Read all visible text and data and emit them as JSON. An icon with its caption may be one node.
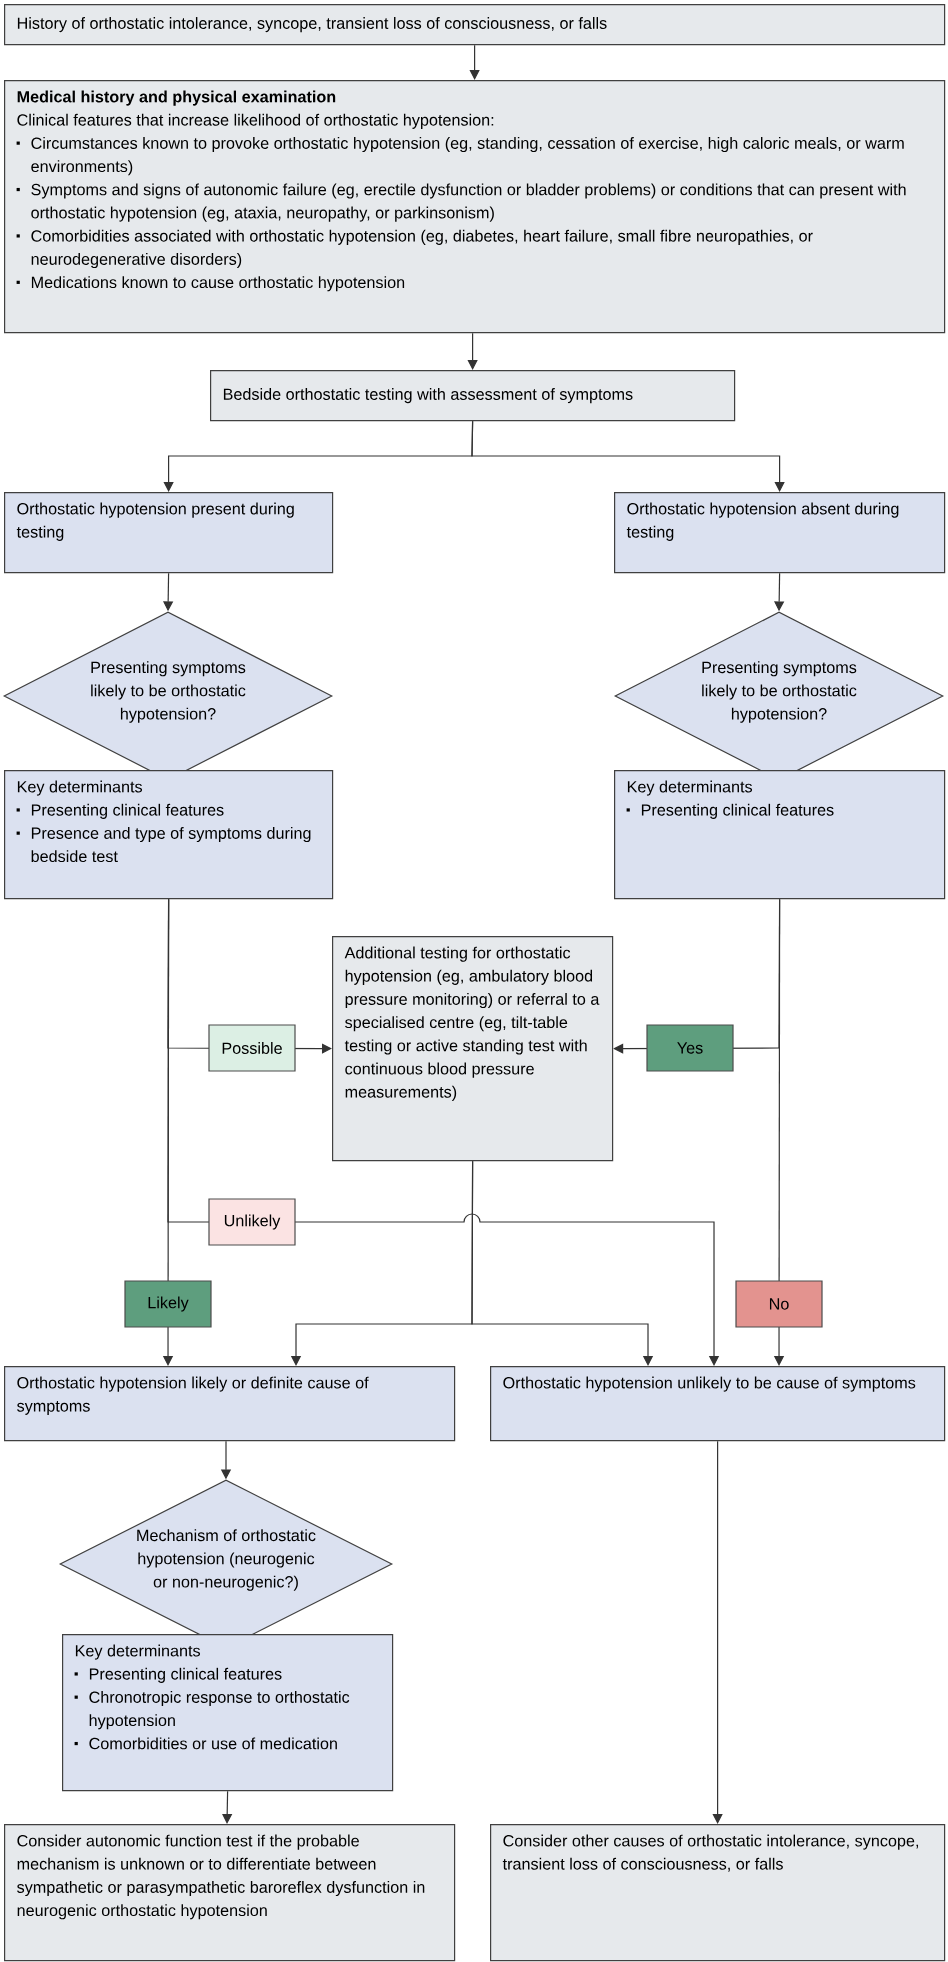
{
  "diagram": {
    "nodes": [
      {
        "text": [
          "History of orthostatic intolerance, syncope, transient loss of consciousness, or falls"
        ]
      },
      {
        "text": [
          "Medical history and physical examination",
          "Clinical features that increase likelihood of orthostatic hypotension:",
          "Circumstances known to provoke orthostatic hypotension (eg, standing, cessation of exercise, high caloric meals, or warm environments)",
          "Symptoms and signs of autonomic failure (eg, erectile dysfunction or bladder problems) or conditions that can present with orthostatic hypotension (eg, ataxia, neuropathy, or parkinsonism)",
          "Comorbidities associated with orthostatic hypotension (eg, diabetes, heart failure, small fibre neuropathies, or neurodegenerative disorders)",
          "Medications known to cause orthostatic hypotension"
        ]
      },
      {
        "text": [
          "Bedside orthostatic testing with assessment of symptoms"
        ]
      },
      {
        "text": [
          "Orthostatic hypotension present during testing"
        ]
      },
      {
        "text": [
          "Orthostatic hypotension absent during testing"
        ]
      },
      {
        "text": [
          "Presenting symptoms likely to be orthostatic hypotension?"
        ]
      },
      {
        "text": [
          "Presenting symptoms likely to be orthostatic hypotension?"
        ]
      },
      {
        "text": [
          "Key determinants",
          "Presenting clinical features",
          "Presence and type of symptoms during bedside test"
        ]
      },
      {
        "text": [
          "Key determinants",
          "Presenting clinical features"
        ]
      },
      {
        "text": [
          "Additional testing for orthostatic hypotension (eg, ambulatory blood pressure monitoring) or referral to a specialised centre (eg, tilt-table testing or active standing test with continuous blood pressure measurements)"
        ]
      },
      {
        "text": [
          "Orthostatic hypotension likely or definite cause of symptoms"
        ]
      },
      {
        "text": [
          "Orthostatic hypotension unlikely to be cause of symptoms"
        ]
      },
      {
        "text": [
          "Mechanism of orthostatic hypotension (neurogenic or non-neurogenic?)"
        ]
      },
      {
        "text": [
          "Key determinants",
          "Presenting clinical features",
          "Chronotropic response to orthostatic hypotension",
          "Comorbidities or use of medication"
        ]
      },
      {
        "text": [
          "Consider autonomic function test if the probable mechanism is unknown or to differentiate between sympathetic or parasympathetic baroreflex dysfunction in neurogenic orthostatic hypotension"
        ]
      },
      {
        "text": [
          "Consider other causes of orthostatic intolerance, syncope, transient loss of consciousness, or falls"
        ]
      }
    ],
    "edges": [
      {
        "from": 0,
        "to": 1,
        "arrow": "to"
      },
      {
        "from": 1,
        "to": 2,
        "arrow": "to"
      },
      {
        "from": 2,
        "to": 3,
        "arrow": "to"
      },
      {
        "from": 2,
        "to": 4,
        "arrow": "to"
      },
      {
        "from": 3,
        "to": 5,
        "arrow": "to"
      },
      {
        "from": 4,
        "to": 6,
        "arrow": "to"
      },
      {
        "from": 7,
        "to": 9,
        "arrow": "to",
        "label": "Possible"
      },
      {
        "from": 7,
        "to": 11,
        "arrow": "to",
        "label": "Unlikely"
      },
      {
        "from": 7,
        "to": 10,
        "arrow": "to",
        "label": "Likely"
      },
      {
        "from": 8,
        "to": 9,
        "arrow": "to",
        "label": "Yes"
      },
      {
        "from": 8,
        "to": 11,
        "arrow": "to",
        "label": "No"
      },
      {
        "from": 9,
        "to": 10,
        "arrow": "to"
      },
      {
        "from": 9,
        "to": 11,
        "arrow": "to"
      },
      {
        "from": 10,
        "to": 12,
        "arrow": "to"
      },
      {
        "from": 13,
        "to": 14,
        "arrow": "to"
      },
      {
        "from": 11,
        "to": 15,
        "arrow": "to"
      }
    ]
  }
}
